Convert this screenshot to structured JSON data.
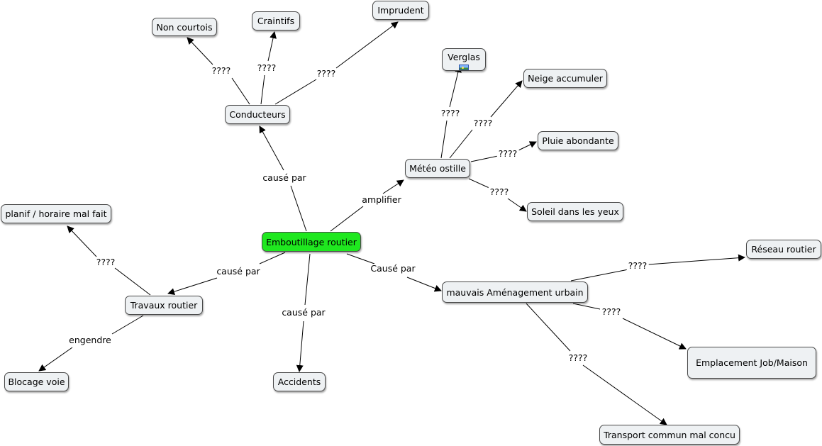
{
  "concepts": {
    "emboutillage": "Emboutillage routier",
    "conducteurs": "Conducteurs",
    "non_courtois": "Non courtois",
    "craintifs": "Craintifs",
    "imprudent": "Imprudent",
    "meteo": "Météo ostille",
    "verglas": "Verglas",
    "neige": "Neige accumuler",
    "pluie": "Pluie abondante",
    "soleil": "Soleil dans les yeux",
    "travaux": "Travaux routier",
    "planif": "planif / horaire mal fait",
    "blocage": "Blocage voie",
    "accidents": "Accidents",
    "amenagement": "mauvais Aménagement urbain",
    "reseau": "Réseau routier",
    "emplacement": "Emplacement Job/Maison",
    "transport": "Transport commun mal concu"
  },
  "links": {
    "cause_conducteurs": "causé par",
    "amplifier": "amplifier",
    "cause_travaux": "causé par",
    "cause_accidents": "causé par",
    "cause_amenagement": "Causé par",
    "engendre": "engendre",
    "q_non_courtois": "????",
    "q_craintifs": "????",
    "q_imprudent": "????",
    "q_verglas": "????",
    "q_neige": "????",
    "q_pluie": "????",
    "q_soleil": "????",
    "q_planif": "????",
    "q_reseau": "????",
    "q_emplacement": "????",
    "q_transport": "????"
  },
  "colors": {
    "central_fill": "#1fe81f",
    "node_fill": "#eef1f3",
    "node_border": "#4a4a4a",
    "line": "#000000"
  },
  "icons": {
    "verglas_attachment": "image-icon"
  }
}
